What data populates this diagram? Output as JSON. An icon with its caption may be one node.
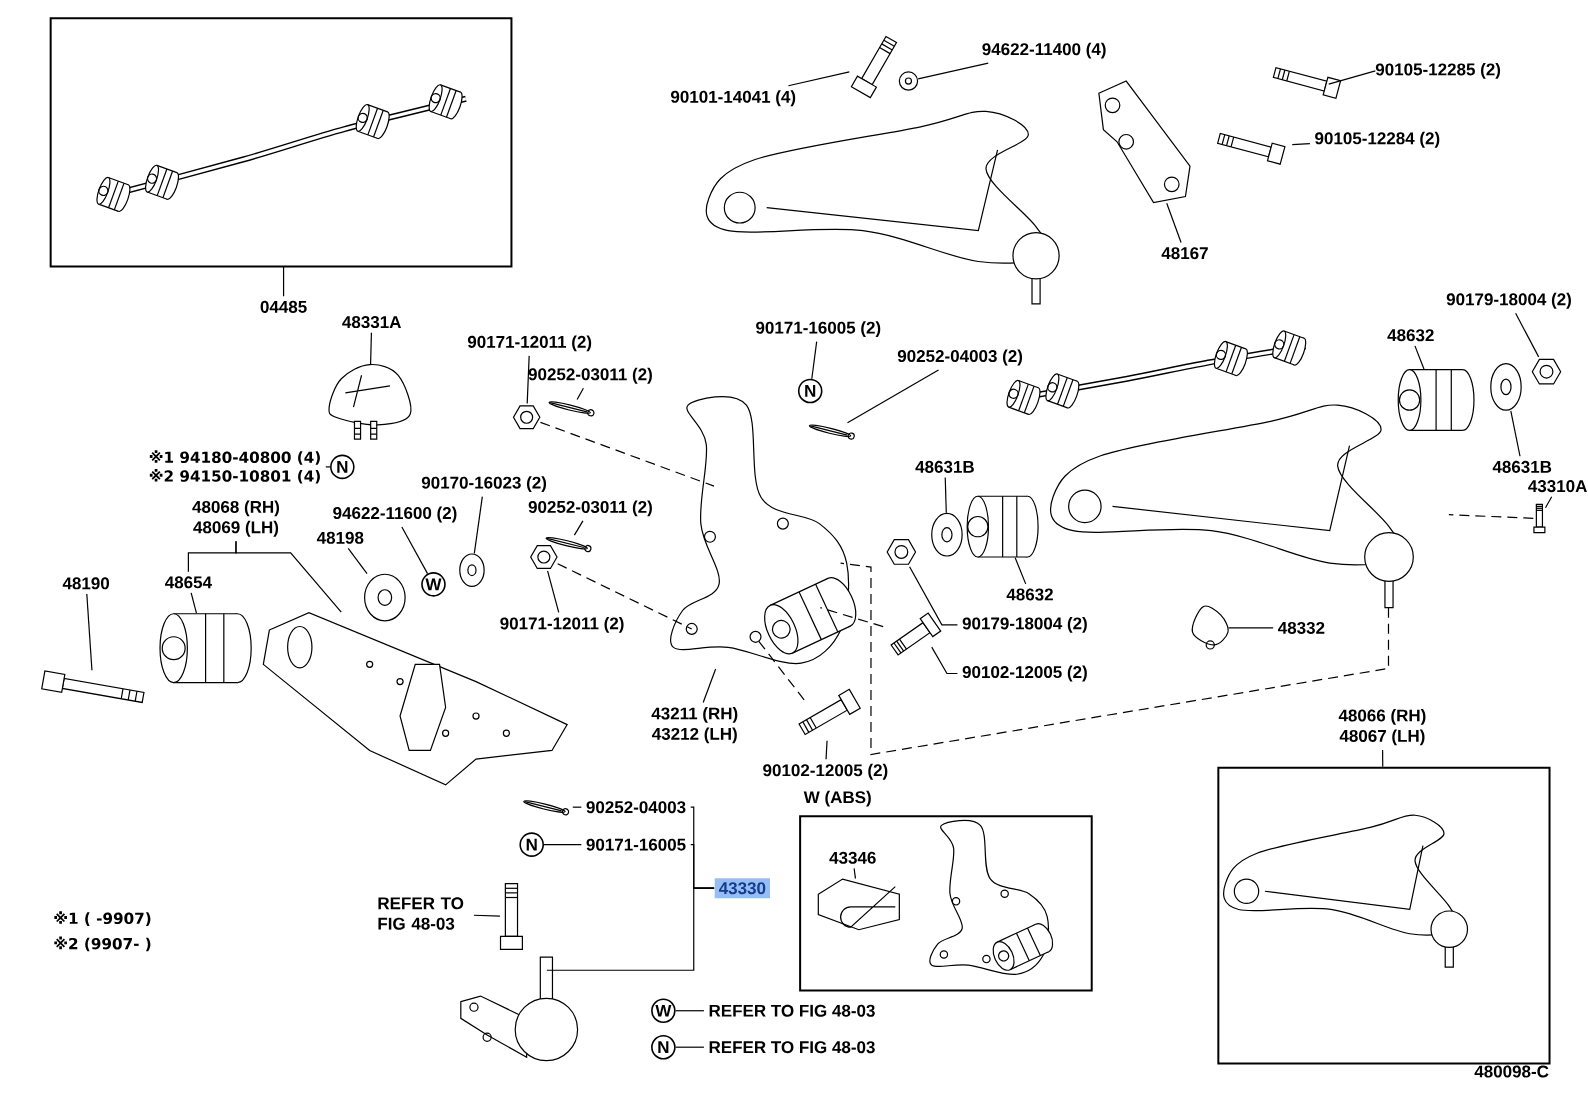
{
  "diagram": {
    "nodes": [
      {
        "text": [],
        "shape": "box"
      },
      {
        "text": [],
        "shape": "picture",
        "in": 0
      },
      {
        "text": [
          "04485"
        ]
      },
      {
        "text": [
          "48331A"
        ]
      },
      {
        "text": [],
        "shape": "picture"
      },
      {
        "text": [
          "※1 94180-40800 (4)",
          "※2 94150-10801 (4)"
        ]
      },
      {
        "text": [
          "N"
        ]
      },
      {
        "text": [
          "90171-12011 (2)"
        ]
      },
      {
        "text": [],
        "shape": "picture"
      },
      {
        "text": [
          "90252-03011 (2)"
        ]
      },
      {
        "text": [],
        "shape": "picture"
      },
      {
        "text": [
          "90171-16005 (2)"
        ]
      },
      {
        "text": [
          "N"
        ]
      },
      {
        "text": [
          "90252-04003 (2)"
        ]
      },
      {
        "text": [],
        "shape": "picture"
      },
      {
        "text": [],
        "shape": "picture"
      },
      {
        "text": [
          "43211 (RH)",
          "43212 (LH)"
        ]
      },
      {
        "text": [
          "90170-16023 (2)"
        ]
      },
      {
        "text": [],
        "shape": "picture"
      },
      {
        "text": [
          "94622-11600 (2)"
        ]
      },
      {
        "text": [
          "W"
        ]
      },
      {
        "text": [
          "48198"
        ]
      },
      {
        "text": [],
        "shape": "picture"
      },
      {
        "text": [
          "48068 (RH)",
          "48069 (LH)"
        ]
      },
      {
        "text": [
          "48654"
        ]
      },
      {
        "text": [],
        "shape": "picture"
      },
      {
        "text": [],
        "shape": "picture"
      },
      {
        "text": [
          "48190"
        ]
      },
      {
        "text": [],
        "shape": "picture"
      },
      {
        "text": [
          "90252-03011 (2)"
        ]
      },
      {
        "text": [],
        "shape": "picture"
      },
      {
        "text": [],
        "shape": "picture"
      },
      {
        "text": [
          "90171-12011 (2)"
        ]
      },
      {
        "text": [
          "90179-18004 (2)"
        ]
      },
      {
        "text": [],
        "shape": "picture"
      },
      {
        "text": [
          "90102-12005 (2)"
        ]
      },
      {
        "text": [],
        "shape": "picture"
      },
      {
        "text": [
          "90102-12005 (2)"
        ]
      },
      {
        "text": [],
        "shape": "picture"
      },
      {
        "text": [
          "48631B"
        ]
      },
      {
        "text": [],
        "shape": "picture"
      },
      {
        "text": [],
        "shape": "picture"
      },
      {
        "text": [
          "48632"
        ]
      },
      {
        "text": [],
        "shape": "picture"
      },
      {
        "text": [
          "43310A"
        ]
      },
      {
        "text": [],
        "shape": "picture"
      },
      {
        "text": [
          "48631B"
        ]
      },
      {
        "text": [],
        "shape": "picture"
      },
      {
        "text": [
          "48632"
        ]
      },
      {
        "text": [],
        "shape": "picture"
      },
      {
        "text": [
          "90179-18004 (2)"
        ]
      },
      {
        "text": [],
        "shape": "picture"
      },
      {
        "text": [
          "48332"
        ]
      },
      {
        "text": [],
        "shape": "picture"
      },
      {
        "text": [
          "90101-14041 (4)"
        ]
      },
      {
        "text": [],
        "shape": "picture"
      },
      {
        "text": [
          "94622-11400 (4)"
        ]
      },
      {
        "text": [],
        "shape": "picture"
      },
      {
        "text": [],
        "shape": "picture"
      },
      {
        "text": [
          "48167"
        ]
      },
      {
        "text": [
          "90105-12285 (2)"
        ]
      },
      {
        "text": [],
        "shape": "picture"
      },
      {
        "text": [
          "90105-12284 (2)"
        ]
      },
      {
        "text": [],
        "shape": "picture"
      },
      {
        "text": [
          "48066 (RH)",
          "48067 (LH)"
        ]
      },
      {
        "text": [],
        "shape": "box"
      },
      {
        "text": [],
        "shape": "picture",
        "in": 65
      },
      {
        "text": [
          "W (ABS)"
        ]
      },
      {
        "text": [
          "43346"
        ],
        "in": 67
      },
      {
        "text": [],
        "shape": "picture",
        "in": 67
      },
      {
        "text": [],
        "shape": "picture",
        "in": 67
      },
      {
        "text": [],
        "shape": "picture"
      },
      {
        "text": [
          "90252-04003"
        ]
      },
      {
        "text": [
          "N"
        ]
      },
      {
        "text": [
          "90171-16005"
        ]
      },
      {
        "text": [
          "43330"
        ]
      },
      {
        "text": [
          "REFER TO FIG 48-03"
        ]
      },
      {
        "text": [],
        "shape": "picture"
      },
      {
        "text": [],
        "shape": "picture"
      },
      {
        "text": [
          "W"
        ]
      },
      {
        "text": [
          "REFER TO FIG 48-03"
        ]
      },
      {
        "text": [
          "N"
        ]
      },
      {
        "text": [
          "REFER TO FIG 48-03"
        ]
      }
    ],
    "edges": [
      {
        "from": 2,
        "to": 0,
        "arrow": "none"
      },
      {
        "from": 3,
        "to": 4,
        "arrow": "none"
      },
      {
        "from": 5,
        "to": 6,
        "arrow": "none"
      },
      {
        "from": 7,
        "to": 8,
        "arrow": "none"
      },
      {
        "from": 9,
        "to": 10,
        "arrow": "none"
      },
      {
        "from": 11,
        "to": 12,
        "arrow": "none"
      },
      {
        "from": 13,
        "to": 14,
        "arrow": "none"
      },
      {
        "from": 16,
        "to": 15,
        "arrow": "none"
      },
      {
        "from": 17,
        "to": 18,
        "arrow": "none"
      },
      {
        "from": 19,
        "to": 20,
        "arrow": "none"
      },
      {
        "from": 21,
        "to": 22,
        "arrow": "none"
      },
      {
        "from": 23,
        "to": 24,
        "arrow": "none"
      },
      {
        "from": 23,
        "to": 26,
        "arrow": "none"
      },
      {
        "from": 24,
        "to": 25,
        "arrow": "none"
      },
      {
        "from": 27,
        "to": 28,
        "arrow": "none"
      },
      {
        "from": 29,
        "to": 30,
        "arrow": "none"
      },
      {
        "from": 32,
        "to": 31,
        "arrow": "none"
      },
      {
        "from": 33,
        "to": 34,
        "arrow": "none"
      },
      {
        "from": 35,
        "to": 36,
        "arrow": "none"
      },
      {
        "from": 37,
        "to": 38,
        "arrow": "none"
      },
      {
        "from": 39,
        "to": 40,
        "arrow": "none"
      },
      {
        "from": 42,
        "to": 41,
        "arrow": "none"
      },
      {
        "from": 44,
        "to": 45,
        "arrow": "none"
      },
      {
        "from": 46,
        "to": 47,
        "arrow": "none"
      },
      {
        "from": 48,
        "to": 49,
        "arrow": "none"
      },
      {
        "from": 50,
        "to": 51,
        "arrow": "none"
      },
      {
        "from": 52,
        "to": 53,
        "arrow": "none"
      },
      {
        "from": 54,
        "to": 55,
        "arrow": "none"
      },
      {
        "from": 56,
        "to": 57,
        "arrow": "none"
      },
      {
        "from": 59,
        "to": 58,
        "arrow": "none"
      },
      {
        "from": 60,
        "to": 61,
        "arrow": "none"
      },
      {
        "from": 62,
        "to": 63,
        "arrow": "none"
      },
      {
        "from": 64,
        "to": 65,
        "arrow": "none"
      },
      {
        "from": 68,
        "to": 69,
        "arrow": "none"
      },
      {
        "from": 72,
        "to": 71,
        "arrow": "none"
      },
      {
        "from": 74,
        "to": 73,
        "arrow": "none"
      },
      {
        "from": 75,
        "to": 72,
        "arrow": "none"
      },
      {
        "from": 75,
        "to": 74,
        "arrow": "none"
      },
      {
        "from": 75,
        "to": 78,
        "arrow": "none"
      },
      {
        "from": 76,
        "to": 77,
        "arrow": "none"
      },
      {
        "from": 80,
        "to": 79,
        "arrow": "none"
      },
      {
        "from": 82,
        "to": 81,
        "arrow": "none"
      },
      {
        "from": 8,
        "to": 15,
        "arrow": "none",
        "style": "dashed"
      },
      {
        "from": 31,
        "to": 15,
        "arrow": "none",
        "style": "dashed"
      },
      {
        "from": 38,
        "to": 15,
        "arrow": "none",
        "style": "dashed"
      },
      {
        "from": 36,
        "to": 15,
        "arrow": "none",
        "style": "dashed"
      },
      {
        "from": 45,
        "to": 43,
        "arrow": "none",
        "style": "dashed"
      },
      {
        "from": 43,
        "to": 15,
        "arrow": "none",
        "style": "dashed"
      }
    ],
    "labels": [
      "※1 ( -9907)",
      "※2 (9907- )",
      "480098-C"
    ]
  }
}
